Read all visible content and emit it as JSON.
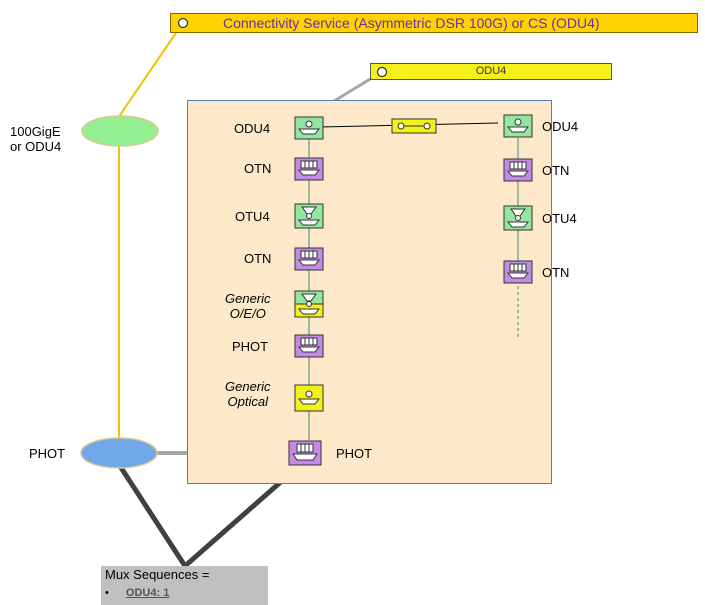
{
  "service_label": "Connectivity Service (Asymmetric DSR 100G) or CS (ODU4)",
  "odu4_bar_label": "ODU4",
  "ellipse_top_label": "100GigE\nor ODU4",
  "ellipse_bottom_label": "PHOT",
  "left_stack": [
    {
      "label": "ODU4",
      "type": "ctp-green"
    },
    {
      "label": "OTN",
      "type": "mux-purple"
    },
    {
      "label": "OTU4",
      "type": "adapt-green"
    },
    {
      "label": "OTN",
      "type": "mux-purple"
    },
    {
      "label": "Generic\nO/E/O",
      "type": "adapt-yellow-green",
      "italic": true
    },
    {
      "label": "PHOT",
      "type": "mux-purple"
    },
    {
      "label": "Generic\nOptical",
      "type": "ctp-yellow",
      "italic": true
    },
    {
      "label": "PHOT",
      "type": "mux-purple"
    }
  ],
  "right_stack": [
    {
      "label": "ODU4",
      "type": "ctp-green"
    },
    {
      "label": "OTN",
      "type": "mux-purple"
    },
    {
      "label": "OTU4",
      "type": "adapt-green"
    },
    {
      "label": "OTN",
      "type": "mux-purple"
    }
  ],
  "mux": {
    "title": "Mux Sequences =",
    "bullet": "•",
    "item": "ODU4: 1"
  },
  "colors": {
    "orange_line": "#f5c000",
    "grey_line": "#a6a6a6",
    "dark_line": "#404040",
    "green_ellipse": "#92f090",
    "blue_ellipse": "#6fa8e8",
    "green_box": "#92e6a0",
    "purple_box": "#c58ae6",
    "yellow_box": "#f5ef1a"
  }
}
